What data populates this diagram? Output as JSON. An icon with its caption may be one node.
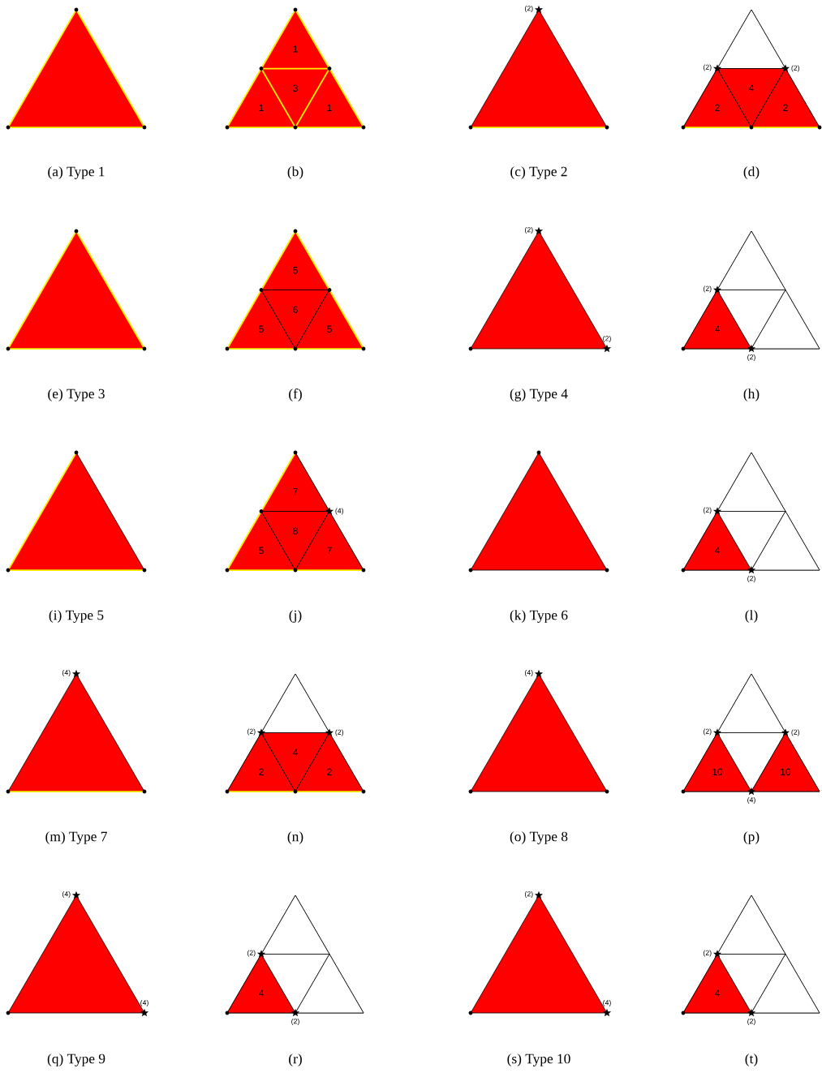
{
  "diagram": {
    "nodes": [
      {
        "text": [
          "(a) Type 1"
        ]
      },
      {
        "text": [
          "(b)"
        ]
      },
      {
        "text": [
          "1"
        ],
        "in": 1
      },
      {
        "text": [
          "1"
        ],
        "in": 1
      },
      {
        "text": [
          "3"
        ],
        "in": 1
      },
      {
        "text": [
          "1"
        ],
        "in": 1
      },
      {
        "text": [
          "(c) Type 2"
        ],
        "beside": [
          "(2)"
        ]
      },
      {
        "text": [
          "(d)"
        ],
        "beside": [
          "(2)",
          "(2)"
        ]
      },
      {
        "text": [],
        "shape": "triangle",
        "in": 7
      },
      {
        "text": [
          "2"
        ],
        "in": 7
      },
      {
        "text": [
          "4"
        ],
        "in": 7
      },
      {
        "text": [
          "2"
        ],
        "in": 7
      },
      {
        "text": [
          "(e) Type 3"
        ]
      },
      {
        "text": [
          "(f)"
        ]
      },
      {
        "text": [
          "5"
        ],
        "in": 13
      },
      {
        "text": [
          "5"
        ],
        "in": 13
      },
      {
        "text": [
          "6"
        ],
        "in": 13
      },
      {
        "text": [
          "5"
        ],
        "in": 13
      },
      {
        "text": [
          "(g) Type 4"
        ],
        "beside": [
          "(2)",
          "(2)"
        ]
      },
      {
        "text": [
          "(h)"
        ],
        "beside": [
          "(2)",
          "(2)"
        ]
      },
      {
        "text": [],
        "shape": "triangle",
        "in": 19
      },
      {
        "text": [
          "4"
        ],
        "in": 19
      },
      {
        "text": [],
        "shape": "triangle",
        "in": 19
      },
      {
        "text": [],
        "shape": "triangle",
        "in": 19
      },
      {
        "text": [
          "(i) Type 5"
        ]
      },
      {
        "text": [
          "(j)"
        ],
        "beside": [
          "(4)"
        ]
      },
      {
        "text": [
          "7"
        ],
        "in": 25
      },
      {
        "text": [
          "5"
        ],
        "in": 25
      },
      {
        "text": [
          "8"
        ],
        "in": 25
      },
      {
        "text": [
          "7"
        ],
        "in": 25
      },
      {
        "text": [
          "(k) Type 6"
        ]
      },
      {
        "text": [
          "(l)"
        ],
        "beside": [
          "(2)",
          "(2)"
        ]
      },
      {
        "text": [],
        "shape": "triangle",
        "in": 31
      },
      {
        "text": [
          "4"
        ],
        "in": 31
      },
      {
        "text": [],
        "shape": "triangle",
        "in": 31
      },
      {
        "text": [],
        "shape": "triangle",
        "in": 31
      },
      {
        "text": [
          "(m) Type 7"
        ],
        "beside": [
          "(4)"
        ]
      },
      {
        "text": [
          "(n)"
        ],
        "beside": [
          "(2)",
          "(2)"
        ]
      },
      {
        "text": [],
        "shape": "triangle",
        "in": 37
      },
      {
        "text": [
          "2"
        ],
        "in": 37
      },
      {
        "text": [
          "4"
        ],
        "in": 37
      },
      {
        "text": [
          "2"
        ],
        "in": 37
      },
      {
        "text": [
          "(o) Type 8"
        ],
        "beside": [
          "(4)"
        ]
      },
      {
        "text": [
          "(p)"
        ],
        "beside": [
          "(2)",
          "(2)",
          "(4)"
        ]
      },
      {
        "text": [],
        "shape": "triangle",
        "in": 43
      },
      {
        "text": [
          "10"
        ],
        "in": 43
      },
      {
        "text": [],
        "shape": "triangle",
        "in": 43
      },
      {
        "text": [
          "10"
        ],
        "in": 43
      },
      {
        "text": [
          "(q) Type 9"
        ],
        "beside": [
          "(4)",
          "(4)"
        ]
      },
      {
        "text": [
          "(r)"
        ],
        "beside": [
          "(2)",
          "(2)"
        ]
      },
      {
        "text": [],
        "shape": "triangle",
        "in": 49
      },
      {
        "text": [
          "4"
        ],
        "in": 49
      },
      {
        "text": [],
        "shape": "triangle",
        "in": 49
      },
      {
        "text": [],
        "shape": "triangle",
        "in": 49
      },
      {
        "text": [
          "(s) Type 10"
        ],
        "beside": [
          "(2)",
          "(4)"
        ]
      },
      {
        "text": [
          "(t)"
        ],
        "beside": [
          "(2)",
          "(2)"
        ]
      },
      {
        "text": [],
        "shape": "triangle",
        "in": 55
      },
      {
        "text": [
          "4"
        ],
        "in": 55
      },
      {
        "text": [],
        "shape": "triangle",
        "in": 55
      },
      {
        "text": [],
        "shape": "triangle",
        "in": 55
      }
    ]
  }
}
